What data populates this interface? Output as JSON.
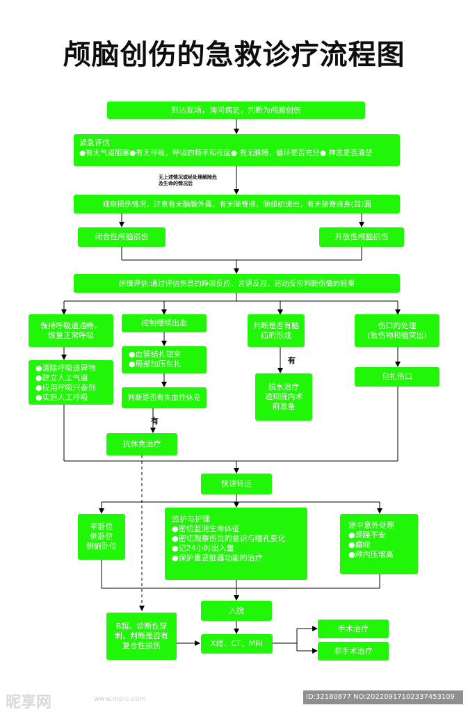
{
  "title": "颅脑创伤的急救诊疗流程图",
  "steps": {
    "arrive": "到达现场，询问病史，判断为颅脑创伤",
    "urgent_title": "紧急评估",
    "urgent_items": "●有无气道阻塞●有无呼吸，呼吸的频率和程度● 有无脉搏，循环是否充分● 神志是否清楚",
    "note_line1": "无上述情况或经处理解除危",
    "note_line2": "及生命的情况后",
    "observe": "观察损伤情况，注意有无脑膜外露，有无脑脊液、脑组织流出，有无脑脊液鼻(耳)漏",
    "closed": "闭合性颅脑损伤",
    "open": "开放性颅脑损伤",
    "assess": "伤情评估:通过评估伤员的睁眼反应、言语反应、运动反应判断伤情的轻重",
    "airway_1": "保持呼吸道通畅，",
    "airway_2": "恢复正常呼吸",
    "airway_list": [
      "●清除呼吸道异物",
      "●建立人工气道",
      "●应用呼吸兴奋剂",
      "●实施人工呼吸"
    ],
    "bleed": "控制继续出血",
    "bleed_list": [
      "●血管结扎钳夹",
      "●局部加压包扎"
    ],
    "shock_judge": "判断是否有失血性休克",
    "yes1": "有",
    "anti_shock": "抗休克治疗",
    "hernia_1": "判断是否有脑",
    "hernia_2": "疝的形成",
    "yes2": "有",
    "dehydrate": [
      "脱水治疗",
      "通知院内术",
      "前准备"
    ],
    "wound_1": "伤口的处理",
    "wound_2": "(致伤物和脑突出)",
    "bandage": "包扎伤口",
    "transport": "快速转运",
    "position": [
      "平卧位",
      "侧卧位",
      "侧俯卧位"
    ],
    "monitor_title": "监护与护理",
    "monitor_list": [
      "●密切监测生命体征",
      "●密切观察伤员的意识与瞳孔变化",
      "●记24小时出入量",
      "●保护重要脏器功能的治疗"
    ],
    "accident_title": "途中意外处理",
    "accident_list": [
      "●烦躁不安",
      "●癫痫",
      "●颅内压增高"
    ],
    "admit": "入院",
    "bscan": [
      "B超、诊断性穿",
      "刺，判断是否有",
      "复合性损伤"
    ],
    "xray": "X线、CT、MRI",
    "surgery": "手术治疗",
    "nonsurgery": "非手术治疗"
  },
  "watermark": {
    "left": "昵享网",
    "url": "www.nipic.com",
    "id": "ID:32180877 NO:20220917102337453109"
  }
}
